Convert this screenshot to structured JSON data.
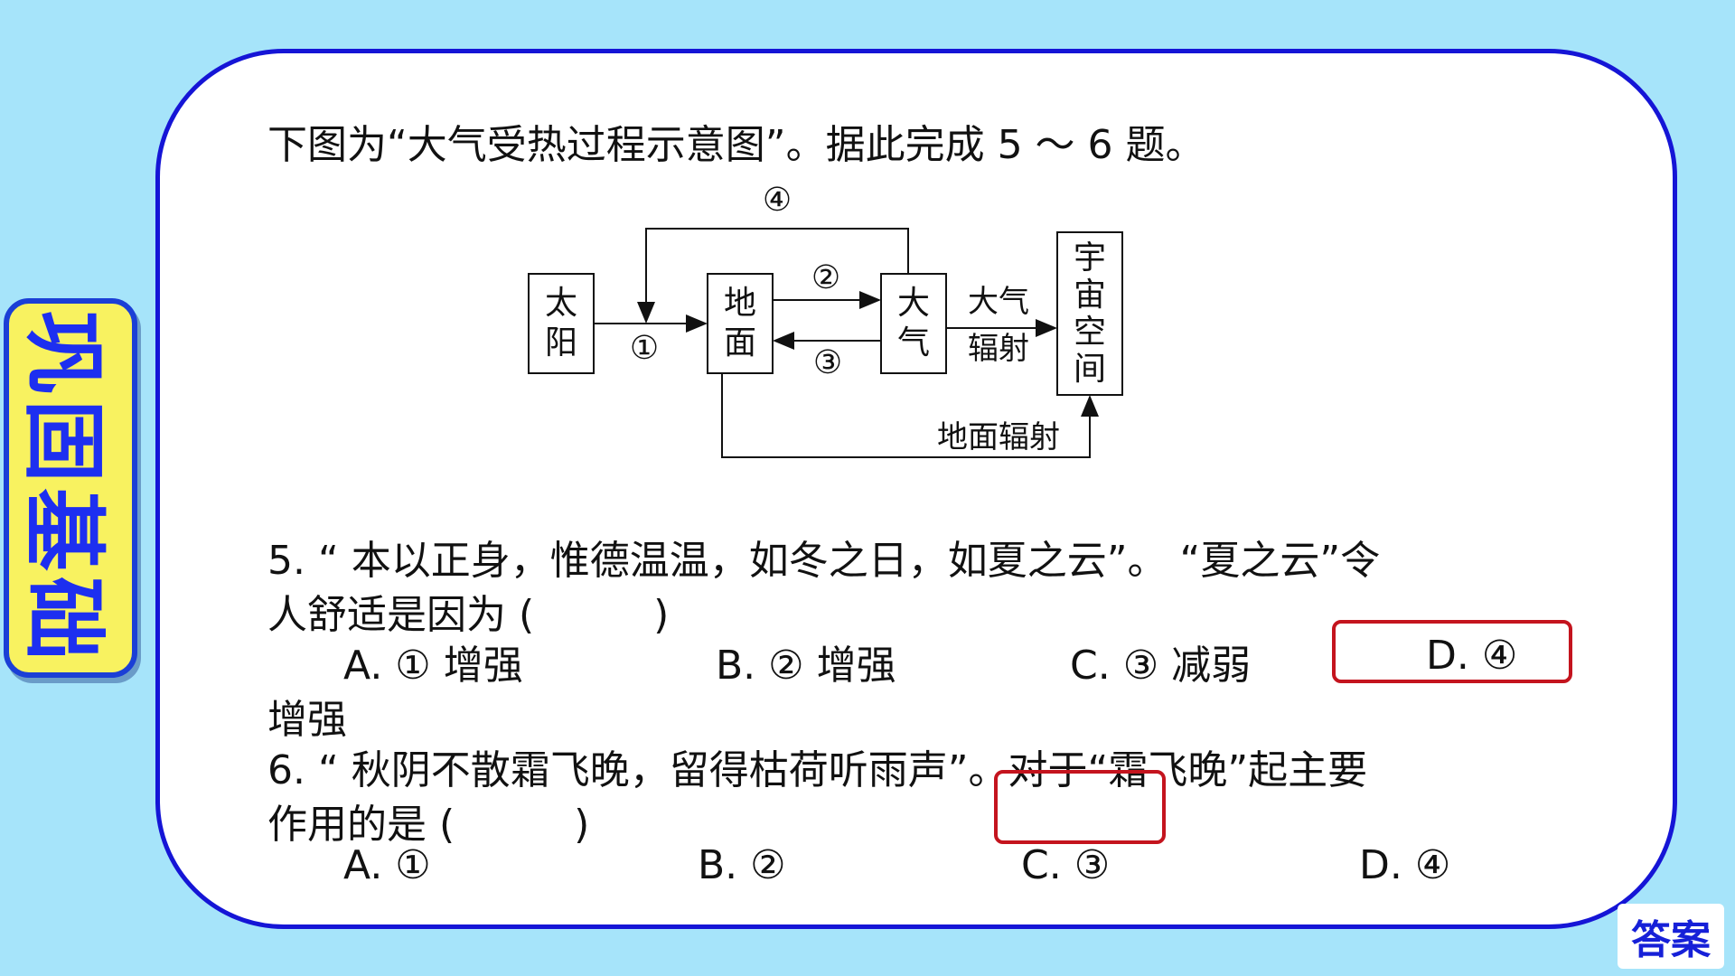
{
  "side_tab": {
    "label": "巩固基础"
  },
  "intro": "下图为“大气受热过程示意图”。据此完成 5 ～ 6 题。",
  "diagram": {
    "sun": [
      "太",
      "阳"
    ],
    "ground": [
      "地",
      "面"
    ],
    "atmosphere": [
      "大",
      "气"
    ],
    "space": [
      "宇",
      "宙",
      "空",
      "间"
    ],
    "arrow1": "①",
    "arrow2": "②",
    "arrow3": "③",
    "arrow4": "④",
    "atm_radiation": [
      "大气",
      "辐射"
    ],
    "ground_radiation": "地面辐射"
  },
  "q5": {
    "line1": "5. “ 本以正身，惟德温温，如冬之日，如夏之云”。 “夏之云”令",
    "line2": "人舒适是因为 (　　　)",
    "options": [
      "A. ① 增强",
      "B. ② 增强",
      "C. ③ 减弱",
      "D. ④"
    ],
    "wrap": "增强"
  },
  "q6": {
    "line1": "6. “ 秋阴不散霜飞晚，留得枯荷听雨声”。对于“霜飞晚”起主要",
    "line2": "作用的是 (　　　)",
    "options": [
      "A. ①",
      "B. ②",
      "C. ③",
      "D. ④"
    ]
  },
  "answer_button": "答案",
  "colors": {
    "accent": "#1515d6",
    "highlight": "#c4141e",
    "background": "#a6e4fa",
    "tab": "#f8f260"
  }
}
